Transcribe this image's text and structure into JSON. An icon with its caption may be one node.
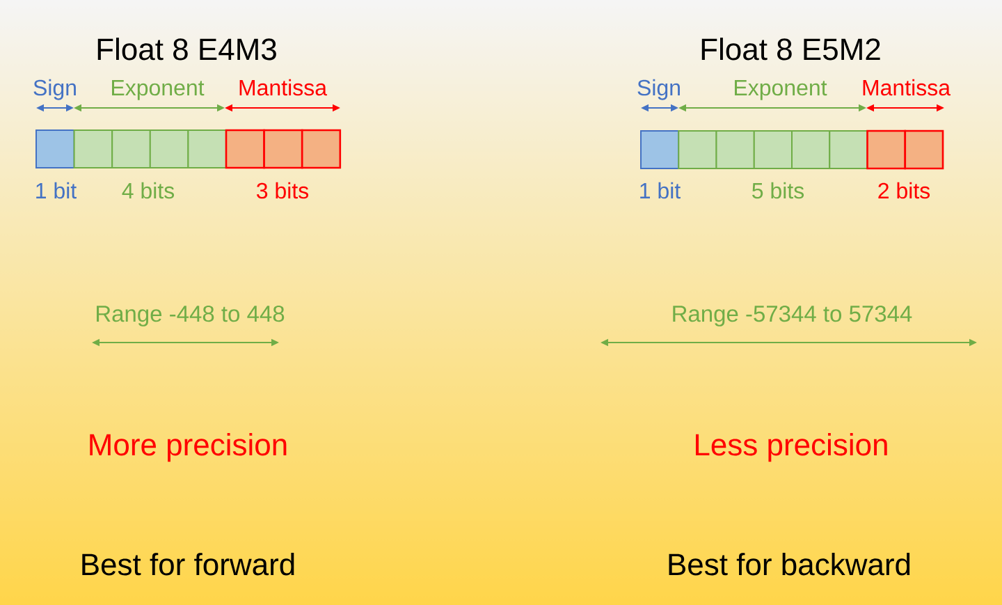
{
  "diagram": {
    "nodes": [
      {
        "text": [],
        "shape": "box"
      },
      {
        "text": [],
        "shape": "box"
      },
      {
        "text": [],
        "shape": "box"
      },
      {
        "text": [],
        "shape": "box"
      },
      {
        "text": [],
        "shape": "box"
      },
      {
        "text": [],
        "shape": "box"
      },
      {
        "text": [],
        "shape": "box"
      },
      {
        "text": [],
        "shape": "box"
      },
      {
        "text": [],
        "shape": "box"
      },
      {
        "text": [],
        "shape": "box"
      },
      {
        "text": [],
        "shape": "box"
      },
      {
        "text": [],
        "shape": "box"
      },
      {
        "text": [],
        "shape": "box"
      },
      {
        "text": [],
        "shape": "box"
      },
      {
        "text": [],
        "shape": "box"
      },
      {
        "text": [],
        "shape": "box"
      }
    ],
    "labels": [
      "Float 8 E4M3",
      "Float 8 E5M2",
      "Sign",
      "Exponent",
      "Mantissa",
      "Sign",
      "Exponent",
      "Mantissa",
      "1 bit",
      "4 bits",
      "3 bits",
      "1 bit",
      "5 bits",
      "2 bits",
      "Range -448 to 448",
      "Range -57344 to 57344",
      "More precision",
      "Less precision",
      "Best for forward",
      "Best for backward"
    ]
  }
}
